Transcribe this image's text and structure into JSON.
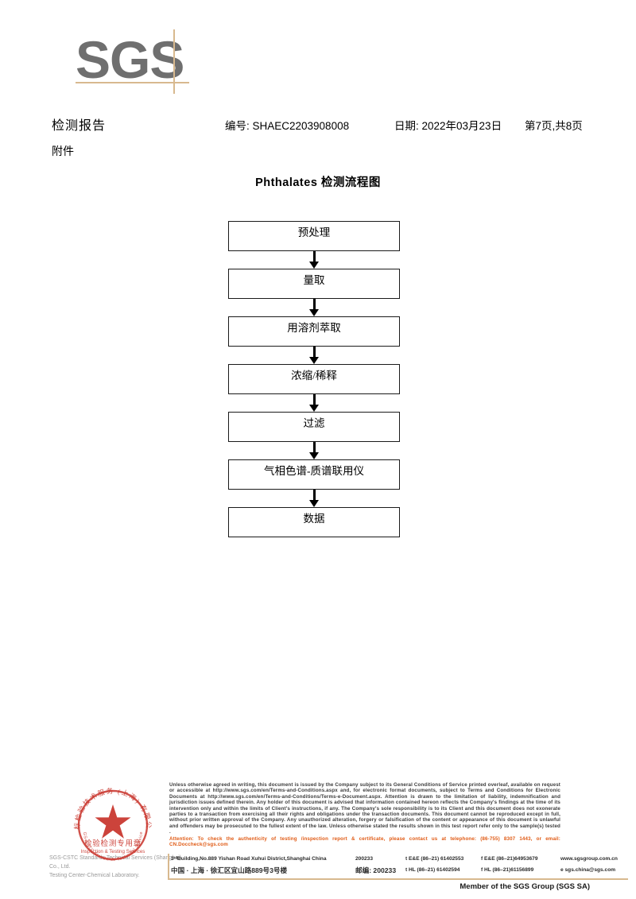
{
  "logo": {
    "text": "SGS",
    "accent_color": "#d8b98f",
    "text_color": "#6f6f6f"
  },
  "header": {
    "doc_title": "检测报告",
    "attachment_label": "附件",
    "report_no": "编号: SHAEC2203908008",
    "date": "日期: 2022年03月23日",
    "page": "第7页,共8页"
  },
  "flowchart": {
    "title": "Phthalates 检测流程图",
    "nodes": [
      {
        "label": "预处理"
      },
      {
        "label": "量取"
      },
      {
        "label": "用溶剂萃取"
      },
      {
        "label": "浓缩/稀释"
      },
      {
        "label": "过滤"
      },
      {
        "label": "气相色谱-质谱联用仪"
      },
      {
        "label": "数据"
      }
    ]
  },
  "seal": {
    "outer_text_cn": "商标检验技术服务 (上海) 有限公司",
    "center_text_cn": "检验检测专用章",
    "center_text_en": "Inspection & Testing Services",
    "color": "#c8332a"
  },
  "seal_company": {
    "line1": "SGS-CSTC Standards Technical Services (Shanghai) Co., Ltd.",
    "line2": "Testing Center-Chemical Laboratory."
  },
  "footer": {
    "terms": "Unless otherwise agreed in writing, this document is issued by the Company subject to its General Conditions of Service printed overleaf, available on request or accessible at http://www.sgs.com/en/Terms-and-Conditions.aspx and, for electronic format documents, subject to Terms and Conditions for Electronic Documents at http://www.sgs.com/en/Terms-and-Conditions/Terms-e-Document.aspx. Attention is drawn to the limitation of liability, indemnification and jurisdiction issues defined therein. Any holder of this document is advised that information contained hereon reflects the Company's findings at the time of its intervention only and within the limits of Client's instructions, if any. The Company's sole responsibility is to its Client and this document does not exonerate parties to a transaction from exercising all their rights and obligations under the transaction documents. This document cannot be reproduced except in full, without prior written approval of the Company. Any unauthorized alteration, forgery or falsification of the content or appearance of this document is unlawful and offenders may be prosecuted to the fullest extent of the law. Unless otherwise stated the results shown in this test report refer only to the sample(s) tested .",
    "attention": "Attention: To check the authenticity of testing /inspection report & certificate, please contact us at telephone: (86-755) 8307 1443, or email: CN.Doccheck@sgs.com",
    "attention_color": "#e05a14",
    "member": "Member of the SGS Group (SGS SA)"
  },
  "address": {
    "en": {
      "street": "3ʳᵈBuilding,No.889 Yishan Road Xuhui District,Shanghai China",
      "postcode": "200233",
      "tel": "t E&E (86–21) 61402553",
      "fax": "f E&E (86–21)64953679",
      "web": "www.sgsgroup.com.cn"
    },
    "cn": {
      "street": "中国 · 上海 · 徐汇区宜山路889号3号楼",
      "postcode_label": "邮编: 200233",
      "tel": "t HL (86–21) 61402594",
      "fax": "f HL (86–21)61156899",
      "email": "e  sgs.china@sgs.com"
    }
  }
}
